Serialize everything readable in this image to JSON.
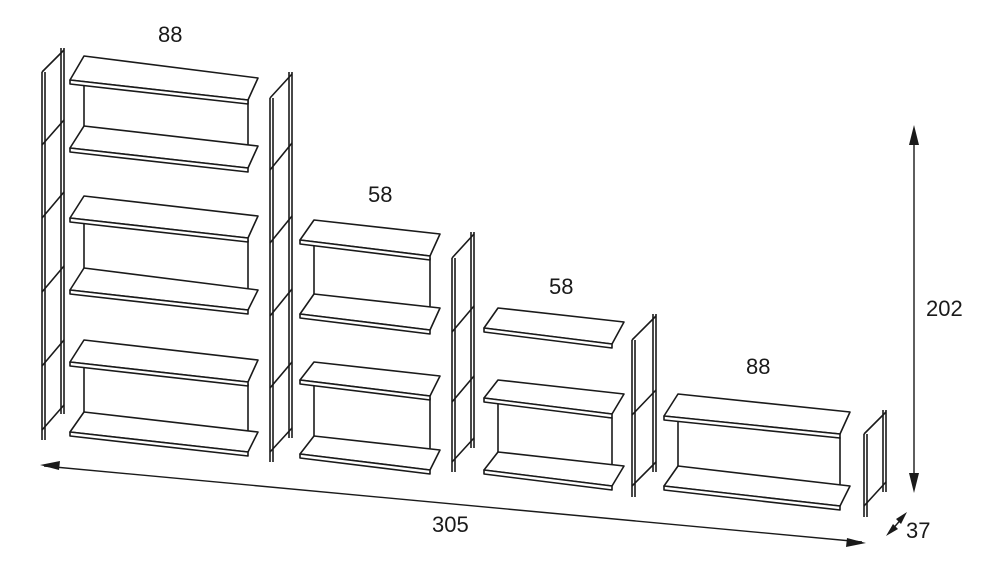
{
  "dimensions": {
    "width_unit_1": "88",
    "width_unit_2": "58",
    "width_unit_3": "58",
    "width_unit_4": "88",
    "total_width": "305",
    "height": "202",
    "depth": "37"
  },
  "colors": {
    "stroke": "#1a1a1a",
    "panel": "#ffffff"
  }
}
